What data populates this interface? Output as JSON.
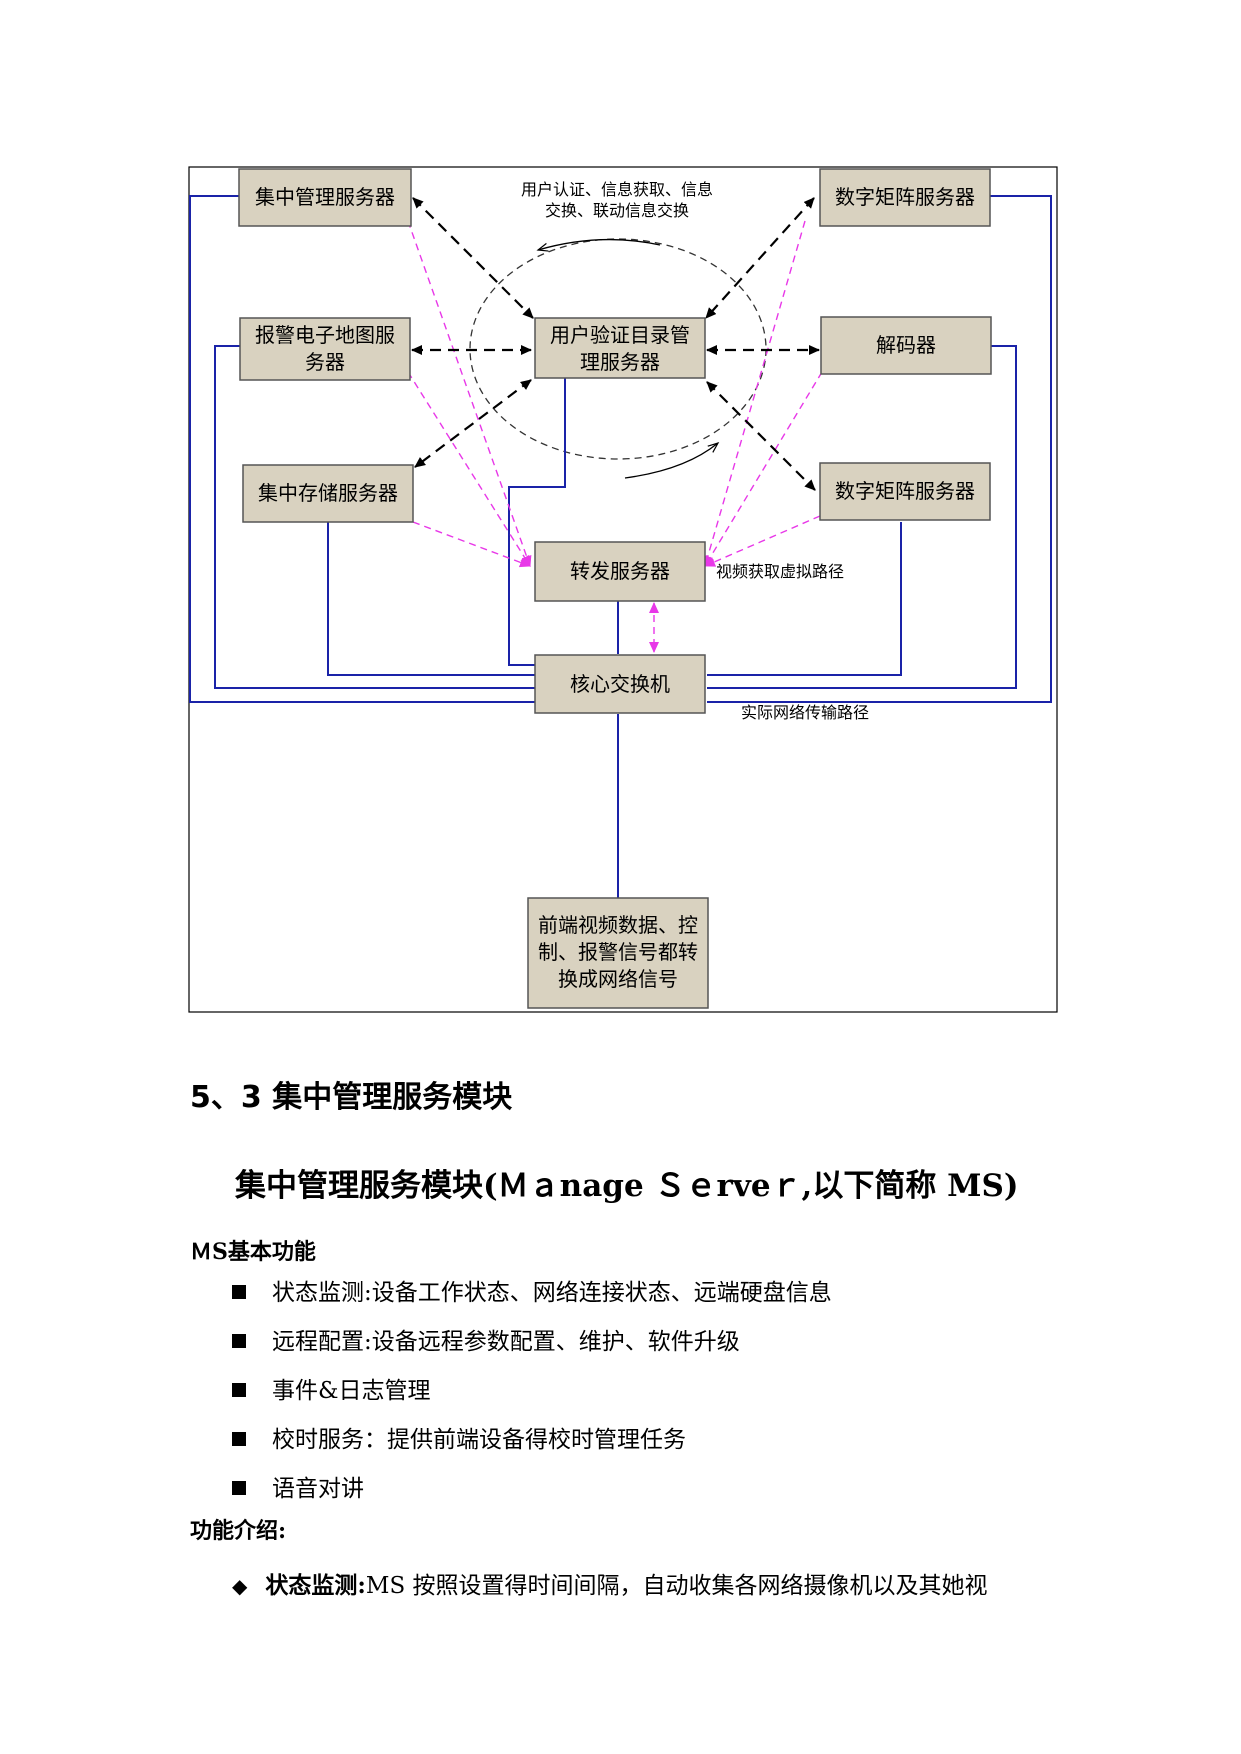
{
  "diagram": {
    "nodes": {
      "central_mgmt": "集中管理服务器",
      "matrix_top": "数字矩阵服务器",
      "alarm_map_l1": "报警电子地图服",
      "alarm_map_l2": "务器",
      "auth_l1": "用户验证目录管",
      "auth_l2": "理服务器",
      "decoder": "解码器",
      "storage": "集中存储服务器",
      "matrix_bottom": "数字矩阵服务器",
      "forward": "转发服务器",
      "core_switch": "核心交换机",
      "front_l1": "前端视频数据、控",
      "front_l2": "制、报警信号都转",
      "front_l3": "换成网络信号"
    },
    "annotations": {
      "info_l1": "用户认证、信息获取、信息",
      "info_l2": "交换、联动信息交换",
      "virtual_path": "视频获取虚拟路径",
      "actual_path": "实际网络传输路径"
    },
    "colors": {
      "node_fill": "#d9d2c0",
      "node_border": "#555555",
      "network_line": "#1a23a8",
      "virtual_line": "#e838e8",
      "control_line": "#000000"
    }
  },
  "section": {
    "heading": "5、3 集中管理服务模块",
    "subheading": "集中管理服务模块(Ｍａnage Ｓｅrveｒ,以下简称 MS)",
    "basic_label": "ＭS基本功能",
    "features": [
      "状态监测:设备工作状态、网络连接状态、远端硬盘信息",
      "远程配置:设备远程参数配置、维护、软件升级",
      "事件&日志管理",
      "校时服务：提供前端设备得校时管理任务",
      "语音对讲"
    ],
    "intro_label": "功能介绍:",
    "intro_bold": "状态监测:",
    "intro_text": "MS 按照设置得时间间隔，自动收集各网络摄像机以及其她视"
  }
}
